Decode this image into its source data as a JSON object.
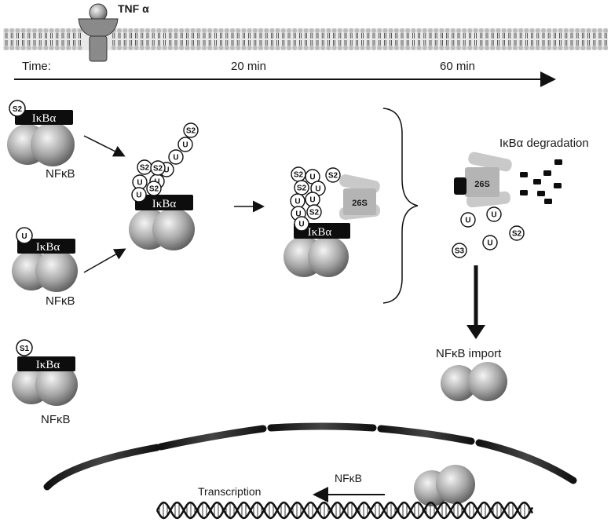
{
  "receptor": {
    "label": "TNF α"
  },
  "timeline": {
    "label": "Time:",
    "t1": "20 min",
    "t2": "60 min"
  },
  "complex": {
    "label": "IκBα",
    "nfkb": "NFκB"
  },
  "tags": {
    "s1": "S1",
    "s2": "S2",
    "s3": "S3",
    "u": "U"
  },
  "proteasome": {
    "label": "26S"
  },
  "degradation": {
    "label": "IκBα degradation"
  },
  "import": {
    "label": "NFκB import"
  },
  "nucleus": {
    "transcription": "Transcription",
    "nfkb": "NFκB"
  },
  "colors": {
    "membrane": "#c8c8c8",
    "complex_bar": "#0d0d0d",
    "sphere": "#9a9a9a",
    "proteasome": "#bdbdbd"
  }
}
